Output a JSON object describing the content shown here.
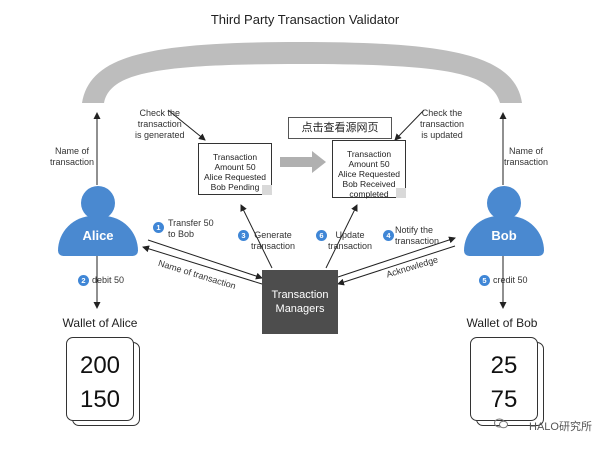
{
  "title": "Third Party Transaction Validator",
  "labels": {
    "name_of_transaction_left": "Name of\ntransaction",
    "name_of_transaction_right": "Name of\ntransaction",
    "check_generated": "Check the\ntransaction\nis generated",
    "check_updated": "Check the\ntransaction\nis updated",
    "transfer": "Transfer 50\nto Bob",
    "name_of_transaction_arrow": "Name of transaction",
    "generate": "Generate\ntransaction",
    "update": "Update\ntransaction",
    "notify": "Notify the\ntransaction",
    "acknowledge": "Acknowledge",
    "debit": "debit 50",
    "credit": "credit 50"
  },
  "steps": [
    "1",
    "2",
    "3",
    "4",
    "5",
    "6"
  ],
  "doc_pending": [
    "Transaction",
    "Amount 50",
    "Alice Requested",
    "Bob Pending"
  ],
  "doc_completed": [
    "Transaction",
    "Amount 50",
    "Alice Requested",
    "Bob Received",
    "completed"
  ],
  "note": "点击查看源网页",
  "alice": {
    "name": "Alice",
    "wallet_title": "Wallet of Alice",
    "values": [
      "200",
      "150"
    ]
  },
  "bob": {
    "name": "Bob",
    "wallet_title": "Wallet of Bob",
    "values": [
      "25",
      "75"
    ]
  },
  "manager": [
    "Transaction",
    "Managers"
  ],
  "watermark": "HALO研究所",
  "colors": {
    "accent": "#4a89d0",
    "bridge": "#bdbdbd",
    "manager": "#4d4d4d"
  }
}
